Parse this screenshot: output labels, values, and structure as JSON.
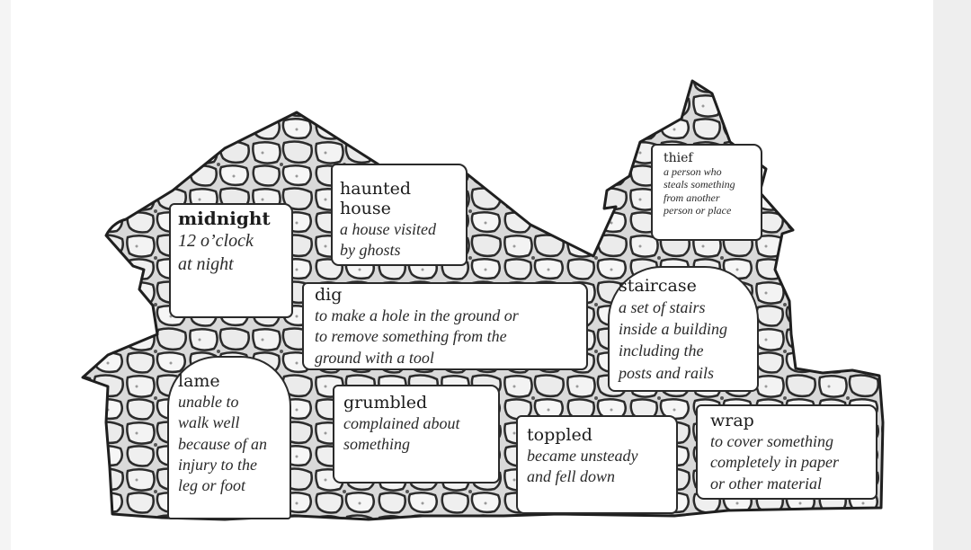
{
  "figure": {
    "cards": [
      {
        "id": "midnight",
        "word": "midnight",
        "definition": "12 o’clock\nat night"
      },
      {
        "id": "haunted-house",
        "word": "haunted house",
        "definition": "a house visited\nby ghosts"
      },
      {
        "id": "thief",
        "word": "thief",
        "definition": "a person who\nsteals something\nfrom another\nperson or place"
      },
      {
        "id": "dig",
        "word": "dig",
        "definition": "to make a hole in the ground or\nto remove something from the\nground with a tool"
      },
      {
        "id": "staircase",
        "word": "staircase",
        "definition": "a set of stairs\ninside a building\nincluding the\nposts and rails"
      },
      {
        "id": "lame",
        "word": "lame",
        "definition": "unable to\nwalk well\nbecause of an\ninjury to the\nleg or foot"
      },
      {
        "id": "grumbled",
        "word": "grumbled",
        "definition": "complained about\nsomething"
      },
      {
        "id": "toppled",
        "word": "toppled",
        "definition": "became unsteady\nand fell down"
      },
      {
        "id": "wrap",
        "word": "wrap",
        "definition": "to cover something\ncompletely in paper\nor other material"
      }
    ]
  }
}
